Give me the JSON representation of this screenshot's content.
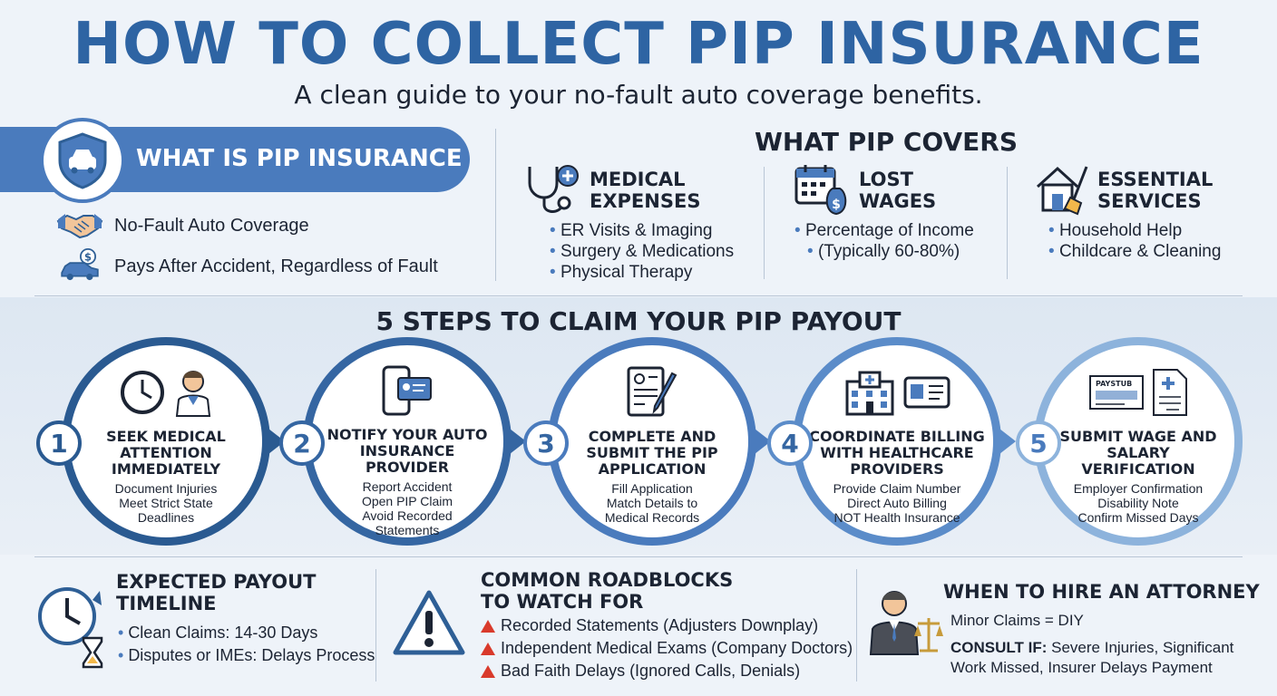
{
  "header": {
    "title": "HOW TO COLLECT PIP INSURANCE",
    "subtitle": "A clean guide to your no-fault auto coverage benefits."
  },
  "what_is": {
    "heading": "WHAT IS PIP INSURANCE",
    "points": [
      {
        "icon": "handshake-icon",
        "text": "No-Fault Auto Coverage"
      },
      {
        "icon": "car-dollar-icon",
        "text": "Pays After Accident, Regardless of Fault"
      }
    ]
  },
  "covers": {
    "heading": "WHAT PIP COVERS",
    "columns": [
      {
        "icon": "stethoscope-icon",
        "title_line1": "MEDICAL",
        "title_line2": "EXPENSES",
        "items": [
          "ER Visits & Imaging",
          "Surgery & Medications",
          "Physical Therapy"
        ]
      },
      {
        "icon": "calendar-money-icon",
        "title_line1": "LOST",
        "title_line2": "WAGES",
        "items": [
          "Percentage of Income",
          "(Typically 60-80%)"
        ]
      },
      {
        "icon": "house-broom-icon",
        "title_line1": "ESSENTIAL",
        "title_line2": "SERVICES",
        "items": [
          "Household Help",
          "Childcare & Cleaning"
        ]
      }
    ]
  },
  "steps": {
    "heading": "5 STEPS TO CLAIM YOUR PIP PAYOUT",
    "items": [
      {
        "number": "1",
        "title": "SEEK MEDICAL ATTENTION IMMEDIATELY",
        "details": [
          "Document Injuries",
          "Meet Strict State",
          "Deadlines"
        ]
      },
      {
        "number": "2",
        "title": "NOTIFY YOUR AUTO INSURANCE PROVIDER",
        "details": [
          "Report Accident",
          "Open PIP Claim",
          "Avoid Recorded",
          "Statements"
        ]
      },
      {
        "number": "3",
        "title": "COMPLETE AND SUBMIT THE PIP APPLICATION",
        "details": [
          "Fill Application",
          "Match Details to",
          "Medical Records"
        ]
      },
      {
        "number": "4",
        "title": "COORDINATE BILLING WITH HEALTHCARE PROVIDERS",
        "details": [
          "Provide Claim Number",
          "Direct Auto Billing",
          "NOT Health Insurance"
        ]
      },
      {
        "number": "5",
        "title": "SUBMIT WAGE AND SALARY VERIFICATION",
        "details": [
          "Employer Confirmation",
          "Disability Note",
          "Confirm Missed Days"
        ]
      }
    ],
    "paystub_label": "PAYSTUB"
  },
  "timeline": {
    "heading_line1": "EXPECTED PAYOUT",
    "heading_line2": "TIMELINE",
    "items": [
      "Clean Claims: 14-30 Days",
      "Disputes or IMEs: Delays Process"
    ]
  },
  "roadblocks": {
    "heading_line1": "COMMON ROADBLOCKS",
    "heading_line2": "TO WATCH FOR",
    "items": [
      "Recorded Statements (Adjusters Downplay)",
      "Independent Medical Exams (Company Doctors)",
      "Bad Faith Delays (Ignored Calls, Denials)"
    ]
  },
  "attorney": {
    "heading": "WHEN TO HIRE AN ATTORNEY",
    "minor": "Minor Claims = DIY",
    "consult_label": "CONSULT IF:",
    "consult_line1": " Severe Injuries, Significant",
    "consult_line2": "Work Missed, Insurer Delays Payment"
  },
  "colors": {
    "primary": "#2e64a3",
    "banner": "#4a7bbd",
    "step_rings": [
      "#2a5a91",
      "#3566a2",
      "#4a7bbd",
      "#5b8cc9",
      "#8db3dc"
    ],
    "warning": "#d93a2b"
  }
}
